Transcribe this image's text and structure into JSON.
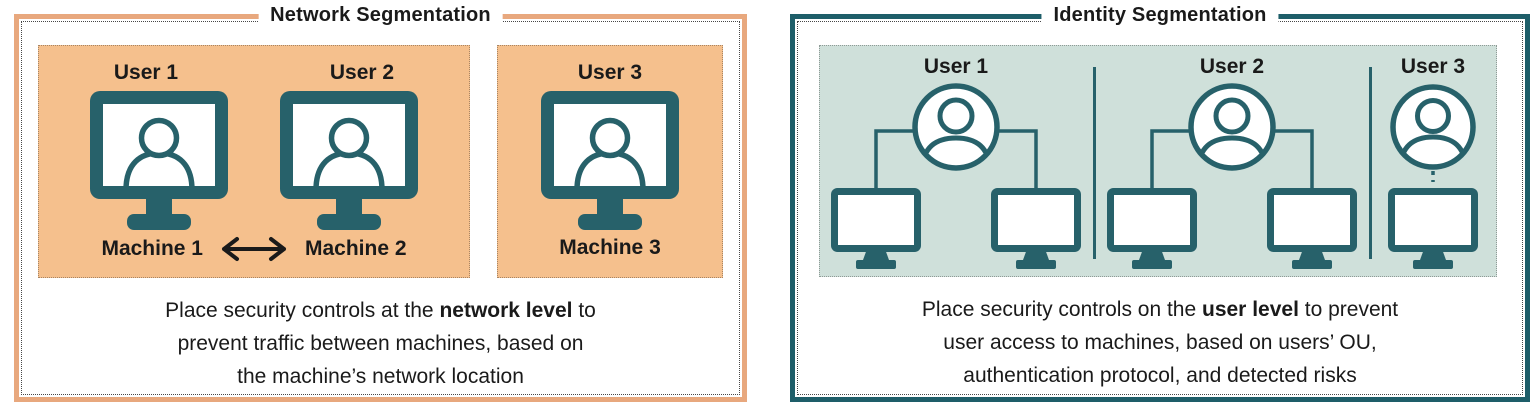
{
  "colors": {
    "salmon-border": "#E8A87E",
    "orange-fill": "#F5C08D",
    "teal-border": "#1E5E69",
    "icon-teal": "#27616A",
    "light-fill": "#CFE0DA",
    "text": "#1A1A1A"
  },
  "left_panel": {
    "title": "Network Segmentation",
    "box1": {
      "users": [
        "User 1",
        "User 2"
      ],
      "machines": [
        "Machine 1",
        "Machine 2"
      ]
    },
    "box2": {
      "user": "User 3",
      "machine": "Machine 3"
    },
    "caption": [
      {
        "pre": "Place security controls at the ",
        "bold": "network level",
        "post": " to"
      },
      {
        "pre": "prevent traffic between machines, based on",
        "bold": "",
        "post": ""
      },
      {
        "pre": "the machine’s network location",
        "bold": "",
        "post": ""
      }
    ]
  },
  "right_panel": {
    "title": "Identity Segmentation",
    "users": [
      "User 1",
      "User 2",
      "User 3"
    ],
    "caption": [
      {
        "pre": "Place security controls on the ",
        "bold": "user level",
        "post": " to prevent"
      },
      {
        "pre": "user access to machines, based on users’ OU,",
        "bold": "",
        "post": ""
      },
      {
        "pre": "authentication protocol, and detected risks",
        "bold": "",
        "post": ""
      }
    ]
  }
}
